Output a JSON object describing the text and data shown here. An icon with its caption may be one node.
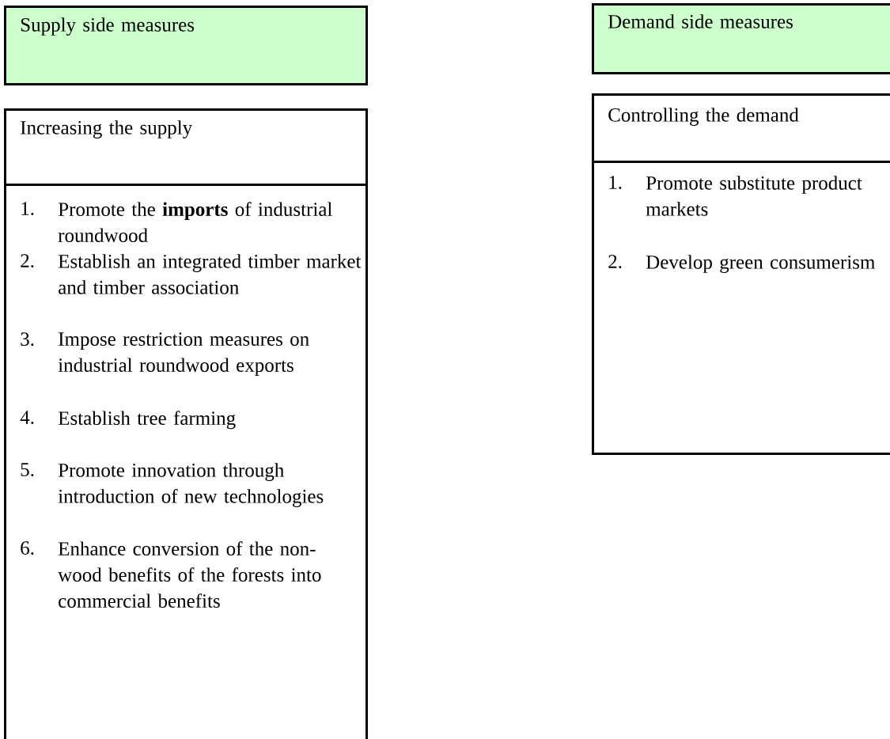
{
  "diagram": {
    "nodes": [
      {
        "text": [
          "Supply side measures"
        ]
      },
      {
        "text": [
          "Increasing the supply"
        ]
      },
      {
        "text": [
          "1.",
          "Promote the **imports** of industrial roundwood",
          "2.",
          "Establish an integrated timber market and timber association",
          "3.",
          "Impose restriction measures on industrial roundwood exports",
          "4.",
          "Establish tree farming",
          "5.",
          "Promote innovation through introduction of new technologies",
          "6.",
          "Enhance conversion of the non-wood benefits of the forests into commercial benefits"
        ]
      },
      {
        "text": [
          "Demand side measures"
        ]
      },
      {
        "text": [
          "Controlling the demand"
        ]
      },
      {
        "text": [
          "1.",
          "Promote substitute product markets",
          "2.",
          "Develop green consumerism"
        ]
      }
    ]
  }
}
